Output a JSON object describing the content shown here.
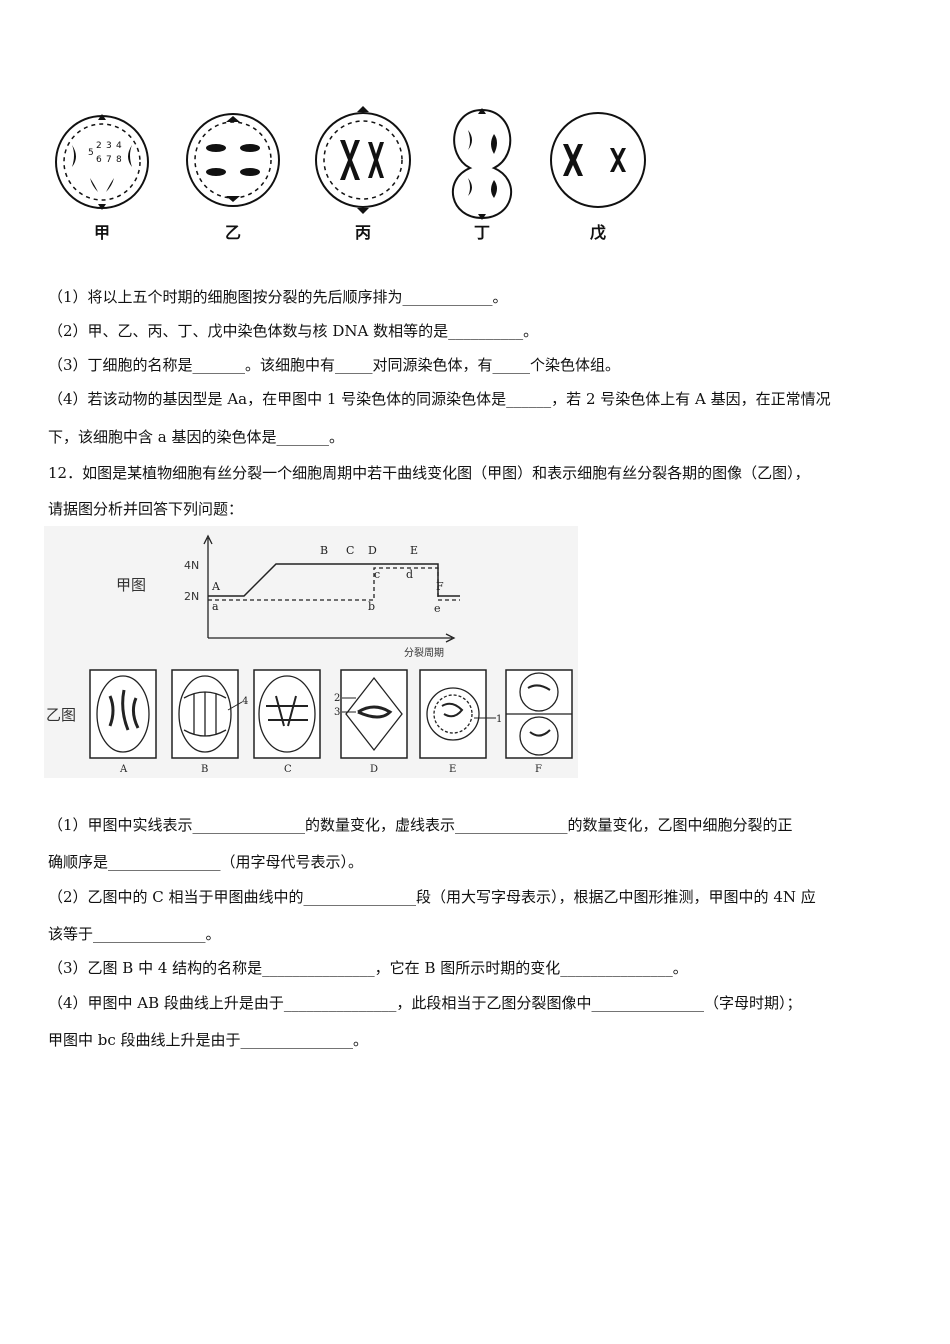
{
  "fig1": {
    "cells": [
      "甲",
      "乙",
      "丙",
      "丁",
      "戊"
    ],
    "chromo_numbers": [
      "5",
      "2",
      "6",
      "3",
      "7",
      "4",
      "8"
    ]
  },
  "q11": {
    "l1": "（1）将以上五个时期的细胞图按分裂的先后顺序排为____________。",
    "l2": "（2）甲、乙、丙、丁、戊中染色体数与核 DNA 数相等的是__________。",
    "l3": "（3）丁细胞的名称是_______。该细胞中有_____对同源染色体，有_____个染色体组。",
    "l4": "（4）若该动物的基因型是 Aa，在甲图中 1 号染色体的同源染色体是______，若 2 号染色体上有 A 基因，在正常情况",
    "l5": "下，该细胞中含 a 基因的染色体是_______。"
  },
  "q12": {
    "l1": "12．如图是某植物细胞有丝分裂一个细胞周期中若干曲线变化图（甲图）和表示细胞有丝分裂各期的图像（乙图），",
    "l2": "请据图分析并回答下列问题："
  },
  "fig2": {
    "graph_label": "甲图",
    "cells_label": "乙图",
    "y_ticks": [
      "4N",
      "2N"
    ],
    "x_axis_label": "分裂周期",
    "upper_points": [
      "A",
      "B",
      "C",
      "D",
      "E",
      "F"
    ],
    "lower_points": [
      "a",
      "b",
      "c",
      "d",
      "e"
    ],
    "cell_labels": [
      "A",
      "B",
      "C",
      "D",
      "E",
      "F"
    ],
    "callouts": [
      "4",
      "2",
      "3",
      "1"
    ],
    "chart_data": {
      "type": "line",
      "series": [
        {
          "style": "solid",
          "x": [
            "A",
            "B",
            "C",
            "D",
            "E",
            "F"
          ],
          "values": [
            "2N",
            "4N",
            "4N",
            "4N",
            "4N",
            "2N"
          ]
        },
        {
          "style": "dashed",
          "x": [
            "a",
            "b",
            "c",
            "d",
            "e"
          ],
          "values": [
            "2N",
            "2N",
            "4N",
            "4N",
            "2N"
          ]
        }
      ]
    }
  },
  "q12a": {
    "l1": "（1）甲图中实线表示_______________的数量变化，虚线表示_______________的数量变化，乙图中细胞分裂的正",
    "l2": "确顺序是_______________（用字母代号表示）。",
    "l3": "（2）乙图中的 C 相当于甲图曲线中的_______________段（用大写字母表示），根据乙中图形推测，甲图中的 4N 应",
    "l4": "该等于_______________。",
    "l5": "（3）乙图 B 中 4 结构的名称是_______________，它在 B 图所示时期的变化_______________。",
    "l6": "（4）甲图中 AB 段曲线上升是由于_______________，此段相当于乙图分裂图像中_______________（字母时期）；",
    "l7": "甲图中 bc 段曲线上升是由于_______________。"
  }
}
